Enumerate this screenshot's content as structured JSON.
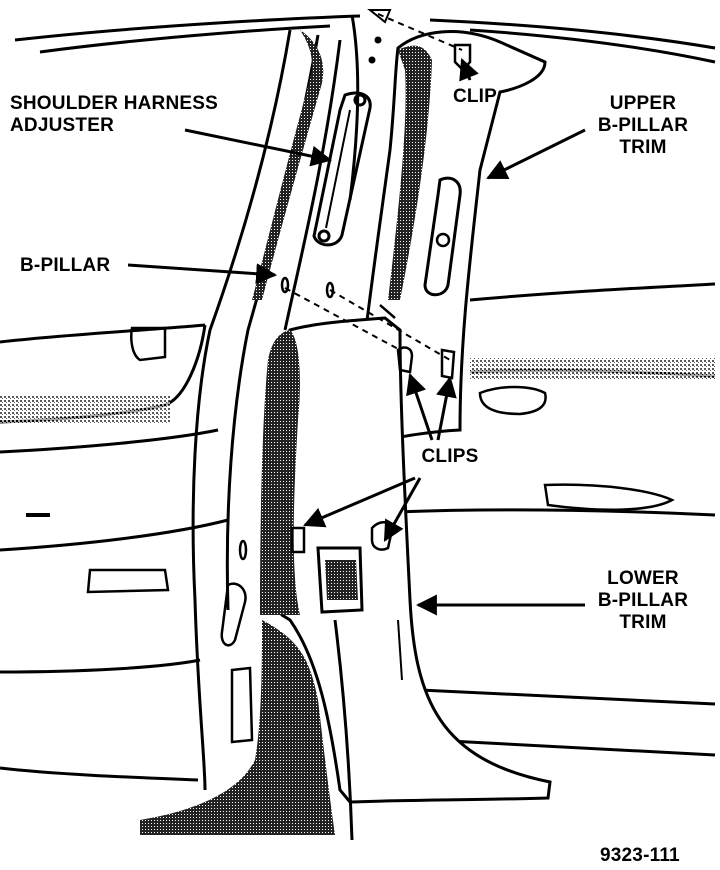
{
  "labels": {
    "shoulder_harness": "SHOULDER HARNESS\nADJUSTER",
    "clip": "CLIP",
    "upper_trim": "UPPER\nB-PILLAR\nTRIM",
    "b_pillar": "B-PILLAR",
    "clips": "CLIPS",
    "lower_trim": "LOWER\nB-PILLAR\nTRIM",
    "figure_id": "9323-111"
  }
}
